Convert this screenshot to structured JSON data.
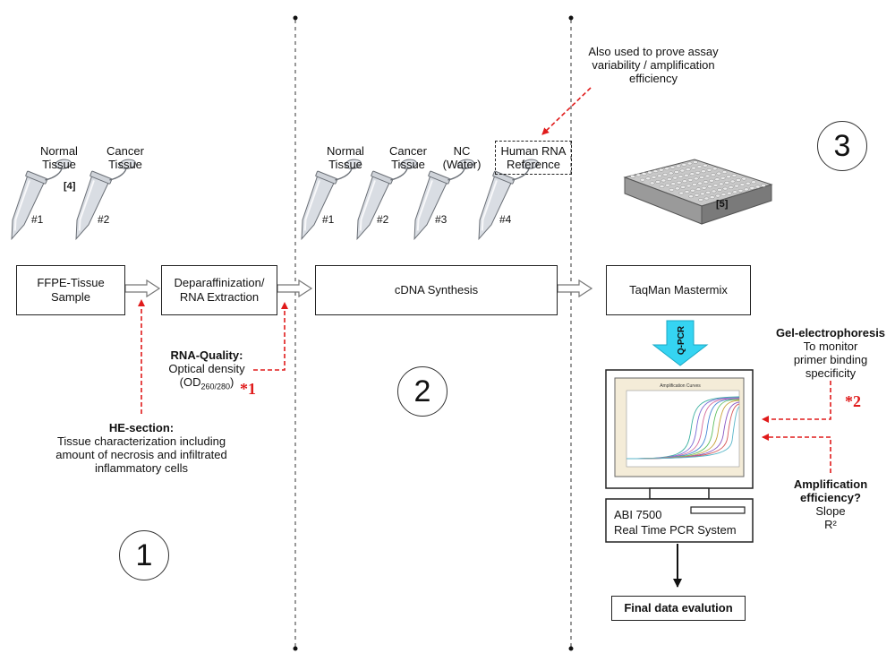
{
  "phases": [
    "1",
    "2",
    "3"
  ],
  "section1": {
    "tubes": [
      {
        "label_line1": "Normal",
        "label_line2": "Tissue",
        "number": "#1"
      },
      {
        "label_line1": "Cancer",
        "label_line2": "Tissue",
        "number": "#2"
      }
    ],
    "ref_tag": "[4]",
    "box_ffpe": {
      "line1": "FFPE-Tissue",
      "line2": "Sample"
    },
    "box_extract": {
      "line1": "Deparaffinization/",
      "line2": "RNA Extraction"
    },
    "rna_quality": {
      "title": "RNA-Quality:",
      "line1": "Optical density",
      "od_prefix": "(OD",
      "od_sub": "260/280",
      "od_suffix": ")",
      "star": "*1"
    },
    "he_section": {
      "title": "HE-section:",
      "line1": "Tissue characterization including",
      "line2": "amount of necrosis and infiltrated",
      "line3": "inflammatory cells"
    }
  },
  "section2": {
    "tubes": [
      {
        "label_line1": "Normal",
        "label_line2": "Tissue",
        "number": "#1"
      },
      {
        "label_line1": "Cancer",
        "label_line2": "Tissue",
        "number": "#2"
      },
      {
        "label_line1": "NC",
        "label_line2": "(Water)",
        "number": "#3"
      },
      {
        "label_line1": "Human RNA",
        "label_line2": "Reference",
        "number": "#4"
      }
    ],
    "note": {
      "line1": "Also used to prove assay",
      "line2": "variability / amplification",
      "line3": "efficiency"
    },
    "box_cdna": "cDNA Synthesis"
  },
  "section3": {
    "plate_tag": "[5]",
    "box_mastermix": "TaqMan Mastermix",
    "qpcr_label": "Q-PCR",
    "screen_title": "Amplification Curves",
    "device": {
      "line1": "ABI 7500",
      "line2": "Real Time PCR System"
    },
    "gel": {
      "title": "Gel-electrophoresis",
      "line1": "To monitor",
      "line2": "primer binding",
      "line3": "specificity",
      "star": "*2"
    },
    "amp": {
      "title1": "Amplification",
      "title2": "efficiency?",
      "line1": "Slope",
      "line2": "R²"
    },
    "final_box": "Final data evalution"
  },
  "colors": {
    "red_dash": "#e01b1b",
    "qpcr_arrow": "#35d4f2",
    "line": "#222222"
  }
}
